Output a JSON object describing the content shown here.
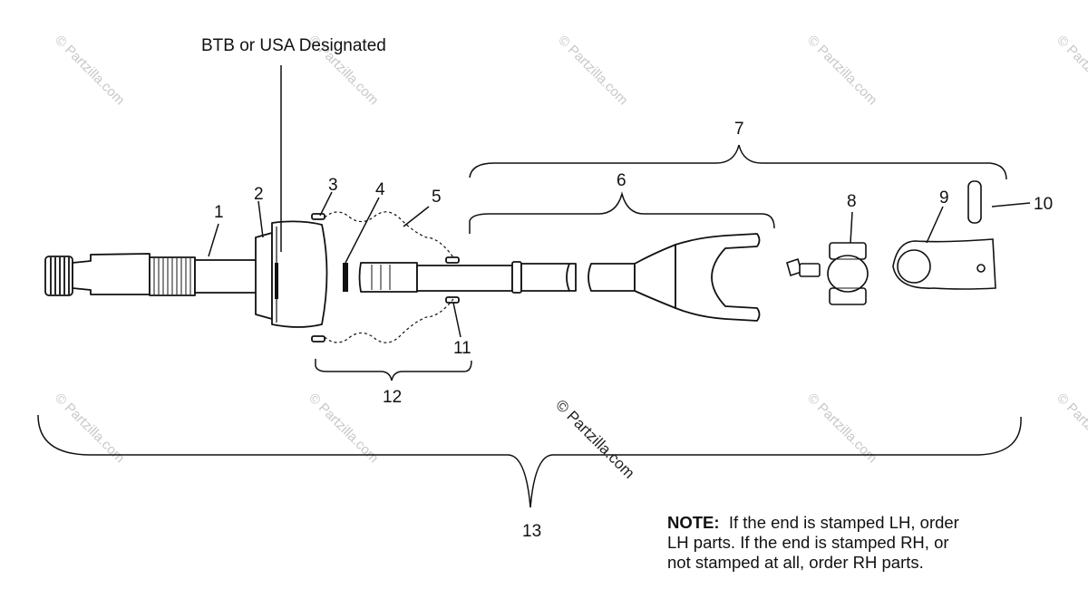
{
  "heading": "BTB or USA Designated",
  "callouts": [
    "1",
    "2",
    "3",
    "4",
    "5",
    "6",
    "7",
    "8",
    "9",
    "10",
    "11",
    "12",
    "13"
  ],
  "watermark": "© Partzilla.com",
  "note": {
    "label": "NOTE:",
    "line1": "If the end is stamped LH, order",
    "line2": "LH parts.  If the end is stamped RH, or",
    "line3": "not stamped at all, order RH parts."
  },
  "colors": {
    "ink": "#111111",
    "watermark": "#c8c8c8",
    "background": "#ffffff"
  }
}
